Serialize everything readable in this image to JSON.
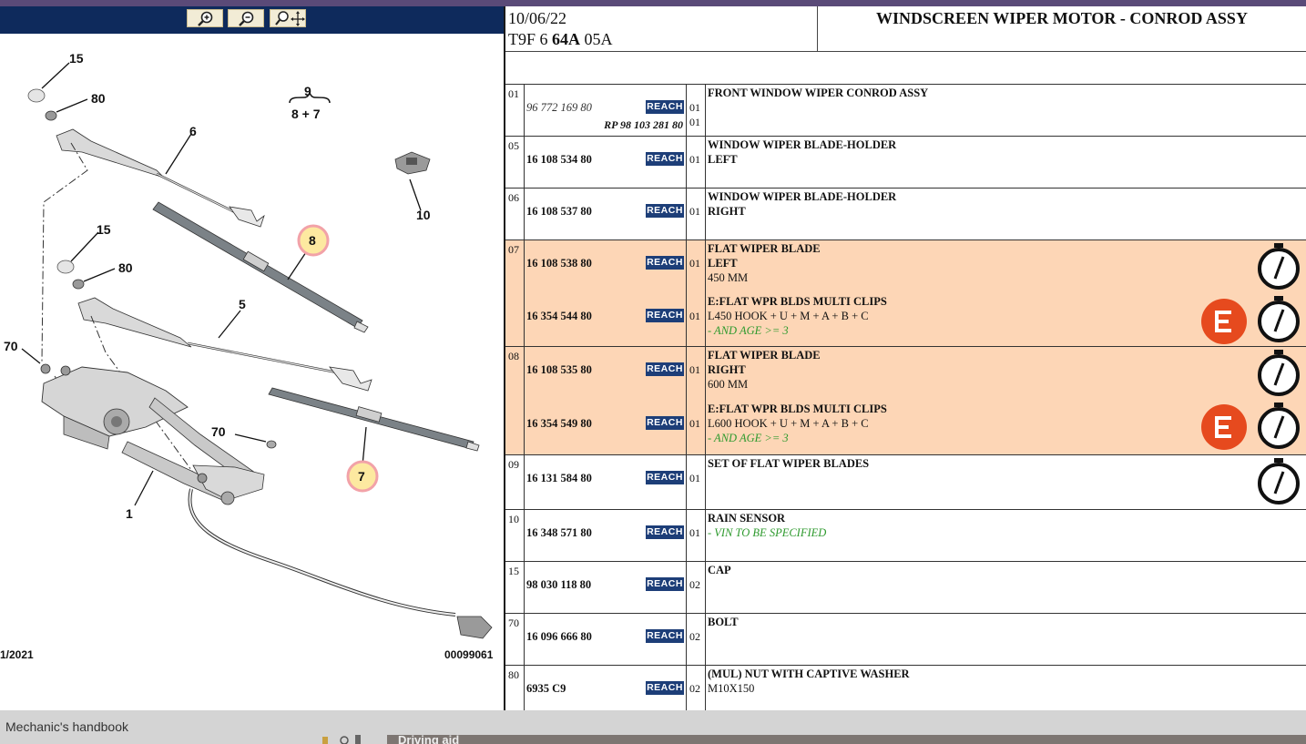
{
  "header": {
    "date": "10/06/22",
    "code_prefix": "T9F 6",
    "code_bold": "64A",
    "code_suffix": "05A",
    "title": "WINDSCREEN WIPER MOTOR - CONROD ASSY"
  },
  "toolbar": {
    "zoom_in": "zoom-in-icon",
    "zoom_out": "zoom-out-icon",
    "zoom_pan": "zoom-pan-icon"
  },
  "diagram": {
    "labels": {
      "l15a": "15",
      "l80a": "80",
      "l9": "9",
      "l87": "8 + 7",
      "l6": "6",
      "l10": "10",
      "l8": "8",
      "l15b": "15",
      "l80b": "80",
      "l5": "5",
      "l70a": "70",
      "l70b": "70",
      "l7": "7",
      "l1": "1"
    },
    "date_code": "1/2021",
    "ref_code": "00099061"
  },
  "reach_label": "REACH",
  "rows": [
    {
      "num": "01",
      "qty": "01",
      "ref": "96 772 169 80",
      "ref2": "RP 98 103 281 80",
      "qty2": "01",
      "title": "FRONT WINDOW WIPER CONROD ASSY"
    },
    {
      "num": "05",
      "qty": "01",
      "ref": "16 108 534 80",
      "title": "WINDOW WIPER BLADE-HOLDER",
      "sub": "LEFT"
    },
    {
      "num": "06",
      "qty": "01",
      "ref": "16 108 537 80",
      "title": "WINDOW WIPER BLADE-HOLDER",
      "sub": "RIGHT"
    },
    {
      "num": "07",
      "qty": "01",
      "ref": "16 108 538 80",
      "title": "FLAT WIPER BLADE",
      "sub": "LEFT",
      "sub2": "450 MM",
      "qty_b": "01",
      "ref_b": "16 354 544 80",
      "title_b": "E:FLAT WPR BLDS MULTI CLIPS",
      "sub_b": "L450 HOOK + U + M + A + B + C",
      "cond_b": "- AND AGE >= 3"
    },
    {
      "num": "08",
      "qty": "01",
      "ref": "16 108 535 80",
      "title": "FLAT WIPER BLADE",
      "sub": "RIGHT",
      "sub2": "600 MM",
      "qty_b": "01",
      "ref_b": "16 354 549 80",
      "title_b": "E:FLAT WPR BLDS MULTI CLIPS",
      "sub_b": "L600 HOOK + U + M + A + B + C",
      "cond_b": "- AND AGE >= 3"
    },
    {
      "num": "09",
      "qty": "01",
      "ref": "16 131 584 80",
      "title": "SET OF FLAT WIPER BLADES"
    },
    {
      "num": "10",
      "qty": "01",
      "ref": "16 348 571 80",
      "title": "RAIN SENSOR",
      "cond": "- VIN TO BE SPECIFIED"
    },
    {
      "num": "15",
      "qty": "02",
      "ref": "98 030 118 80",
      "title": "CAP"
    },
    {
      "num": "70",
      "qty": "02",
      "ref": "16 096 666 80",
      "title": "BOLT"
    },
    {
      "num": "80",
      "qty": "02",
      "ref": "6935 C9",
      "title": "(MUL) NUT WITH CAPTIVE WASHER",
      "sub": "M10X150"
    }
  ],
  "bottom": {
    "handbook": "Mechanic's handbook",
    "driving_aid": "Driving aid"
  },
  "colors": {
    "highlight_row": "#fdd6b6",
    "reach_badge": "#1d3e78",
    "condition_text": "#2e9a2e",
    "toolbar": "#0e2a5c",
    "eurorepar_badge": "#e64a1e"
  }
}
